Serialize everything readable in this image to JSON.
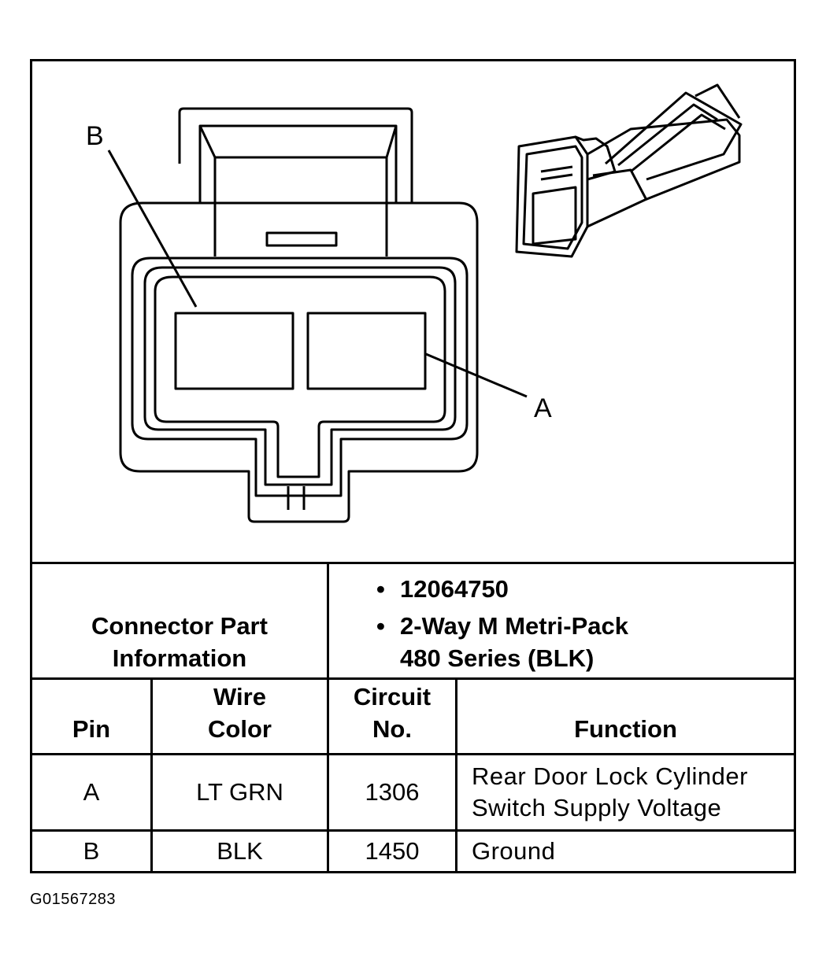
{
  "diagram": {
    "pin_labels": {
      "b": "B",
      "a": "A"
    }
  },
  "connector_info": {
    "label": "Connector Part Information",
    "part_number": "12064750",
    "description": "2-Way M Metri-Pack\n480 Series (BLK)"
  },
  "pin_table": {
    "headers": {
      "pin": "Pin",
      "wire_color": "Wire\nColor",
      "circuit_no": "Circuit\nNo.",
      "function": "Function"
    },
    "rows": [
      {
        "pin": "A",
        "wire_color": "LT GRN",
        "circuit_no": "1306",
        "function": "Rear Door Lock Cylinder\nSwitch Supply Voltage"
      },
      {
        "pin": "B",
        "wire_color": "BLK",
        "circuit_no": "1450",
        "function": "Ground"
      }
    ]
  },
  "figure_code": "G01567283"
}
